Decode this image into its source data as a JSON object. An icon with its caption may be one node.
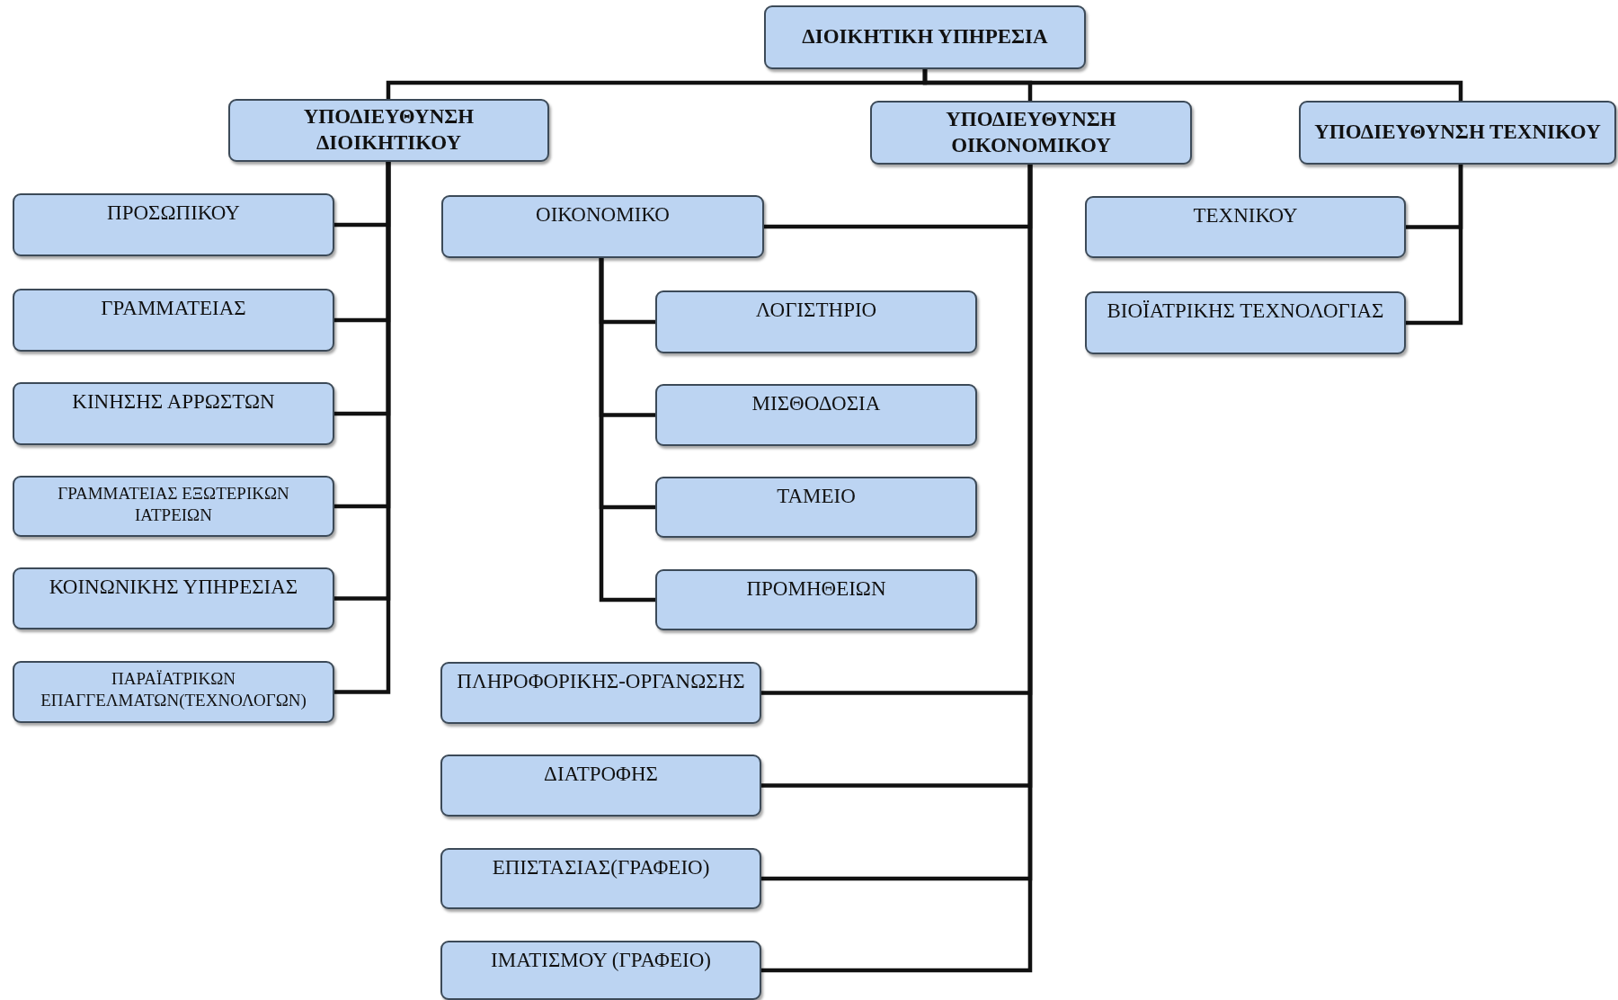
{
  "diagram": {
    "nodes": [
      {
        "text": [
          "ΔΙΟΙΚΗΤΙΚΗ ΥΠΗΡΕΣΙΑ"
        ]
      },
      {
        "text": [
          "ΥΠΟΔΙΕΥΘΥΝΣΗ ΔΙΟΙΚΗΤΙΚΟΥ"
        ]
      },
      {
        "text": [
          "ΥΠΟΔΙΕΥΘΥΝΣΗ ΟΙΚΟΝΟΜΙΚΟΥ"
        ]
      },
      {
        "text": [
          "ΥΠΟΔΙΕΥΘΥΝΣΗ ΤΕΧΝΙΚΟΥ"
        ]
      },
      {
        "text": [
          "ΠΡΟΣΩΠΙΚΟΥ"
        ]
      },
      {
        "text": [
          "ΓΡΑΜΜΑΤΕΙΑΣ"
        ]
      },
      {
        "text": [
          "ΚΙΝΗΣΗΣ ΑΡΡΩΣΤΩΝ"
        ]
      },
      {
        "text": [
          "ΓΡΑΜΜΑΤΕΙΑΣ ΕΞΩΤΕΡΙΚΩΝ ΙΑΤΡΕΙΩΝ"
        ]
      },
      {
        "text": [
          "ΚΟΙΝΩΝΙΚΗΣ ΥΠΗΡΕΣΙΑΣ"
        ]
      },
      {
        "text": [
          "ΠΑΡΑΪΑΤΡΙΚΩΝ ΕΠΑΓΓΕΛΜΑΤΩΝ(ΤΕΧΝΟΛΟΓΩΝ)"
        ]
      },
      {
        "text": [
          "ΟΙΚΟΝΟΜΙΚΟ"
        ]
      },
      {
        "text": [
          "ΛΟΓΙΣΤΗΡΙΟ"
        ]
      },
      {
        "text": [
          "ΜΙΣΘΟΔΟΣΙΑ"
        ]
      },
      {
        "text": [
          "ΤΑΜΕΙΟ"
        ]
      },
      {
        "text": [
          "ΠΡΟΜΗΘΕΙΩΝ"
        ]
      },
      {
        "text": [
          "ΠΛΗΡΟΦΟΡΙΚΗΣ-ΟΡΓΑΝΩΣΗΣ"
        ]
      },
      {
        "text": [
          "ΔΙΑΤΡΟΦΗΣ"
        ]
      },
      {
        "text": [
          "ΕΠΙΣΤΑΣΙΑΣ(ΓΡΑΦΕΙΟ)"
        ]
      },
      {
        "text": [
          "ΙΜΑΤΙΣΜΟΥ (ΓΡΑΦΕΙΟ)"
        ]
      },
      {
        "text": [
          "ΤΕΧΝΙΚΟΥ"
        ]
      },
      {
        "text": [
          "ΒΙΟΪΑΤΡΙΚΗΣ ΤΕΧΝΟΛΟΓΙΑΣ"
        ]
      }
    ],
    "edges": [
      {
        "from": 0,
        "to": 1,
        "arrow": "none"
      },
      {
        "from": 0,
        "to": 2,
        "arrow": "none"
      },
      {
        "from": 0,
        "to": 3,
        "arrow": "none"
      },
      {
        "from": 1,
        "to": 4,
        "arrow": "none"
      },
      {
        "from": 1,
        "to": 5,
        "arrow": "none"
      },
      {
        "from": 1,
        "to": 6,
        "arrow": "none"
      },
      {
        "from": 1,
        "to": 7,
        "arrow": "none"
      },
      {
        "from": 1,
        "to": 8,
        "arrow": "none"
      },
      {
        "from": 1,
        "to": 9,
        "arrow": "none"
      },
      {
        "from": 2,
        "to": 10,
        "arrow": "none"
      },
      {
        "from": 10,
        "to": 11,
        "arrow": "none"
      },
      {
        "from": 10,
        "to": 12,
        "arrow": "none"
      },
      {
        "from": 10,
        "to": 13,
        "arrow": "none"
      },
      {
        "from": 10,
        "to": 14,
        "arrow": "none"
      },
      {
        "from": 2,
        "to": 15,
        "arrow": "none"
      },
      {
        "from": 2,
        "to": 16,
        "arrow": "none"
      },
      {
        "from": 2,
        "to": 17,
        "arrow": "none"
      },
      {
        "from": 2,
        "to": 18,
        "arrow": "none"
      },
      {
        "from": 3,
        "to": 19,
        "arrow": "none"
      },
      {
        "from": 3,
        "to": 20,
        "arrow": "none"
      }
    ]
  }
}
